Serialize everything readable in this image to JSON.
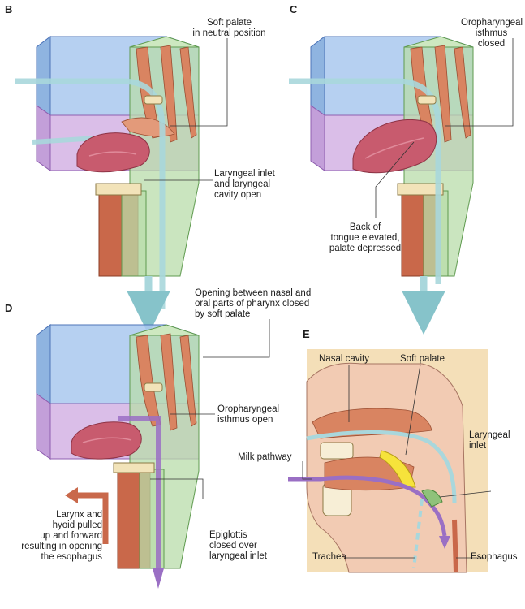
{
  "panels": {
    "b": {
      "letter": "B",
      "label_soft_palate": "Soft palate\nin neutral position",
      "label_laryngeal": "Laryngeal inlet\nand laryngeal\ncavity open"
    },
    "c": {
      "letter": "C",
      "label_isthmus": "Oropharyngeal\nisthmus closed",
      "label_tongue": "Back of\ntongue elevated,\npalate depressed"
    },
    "d": {
      "letter": "D",
      "label_opening": "Opening between nasal and\noral parts of pharynx closed\nby soft palate",
      "label_isthmus_open": "Oropharyngeal\nisthmus open",
      "label_larynx": "Larynx and\nhyoid pulled\nup and forward\nresulting in opening\nthe esophagus",
      "label_epiglottis": "Epiglottis\nclosed over\nlaryngeal inlet"
    },
    "e": {
      "letter": "E",
      "label_nasal": "Nasal cavity",
      "label_soft_palate": "Soft palate",
      "label_laryngeal_inlet": "Laryngeal\ninlet",
      "label_milk": "Milk pathway",
      "label_trachea": "Trachea",
      "label_esophagus": "Esophagus"
    }
  },
  "colors": {
    "nasal_box": "#a9c8ee",
    "oral_box": "#d6b7e6",
    "pharynx_box": "#b8dcaa",
    "muscle": "#d98461",
    "tongue": "#c85b6e",
    "air_pathway": "#a9d7dc",
    "milk_pathway": "#9a6fc4",
    "esophagus": "#c9684a",
    "panel_e_bg": "#f4dfb8"
  }
}
